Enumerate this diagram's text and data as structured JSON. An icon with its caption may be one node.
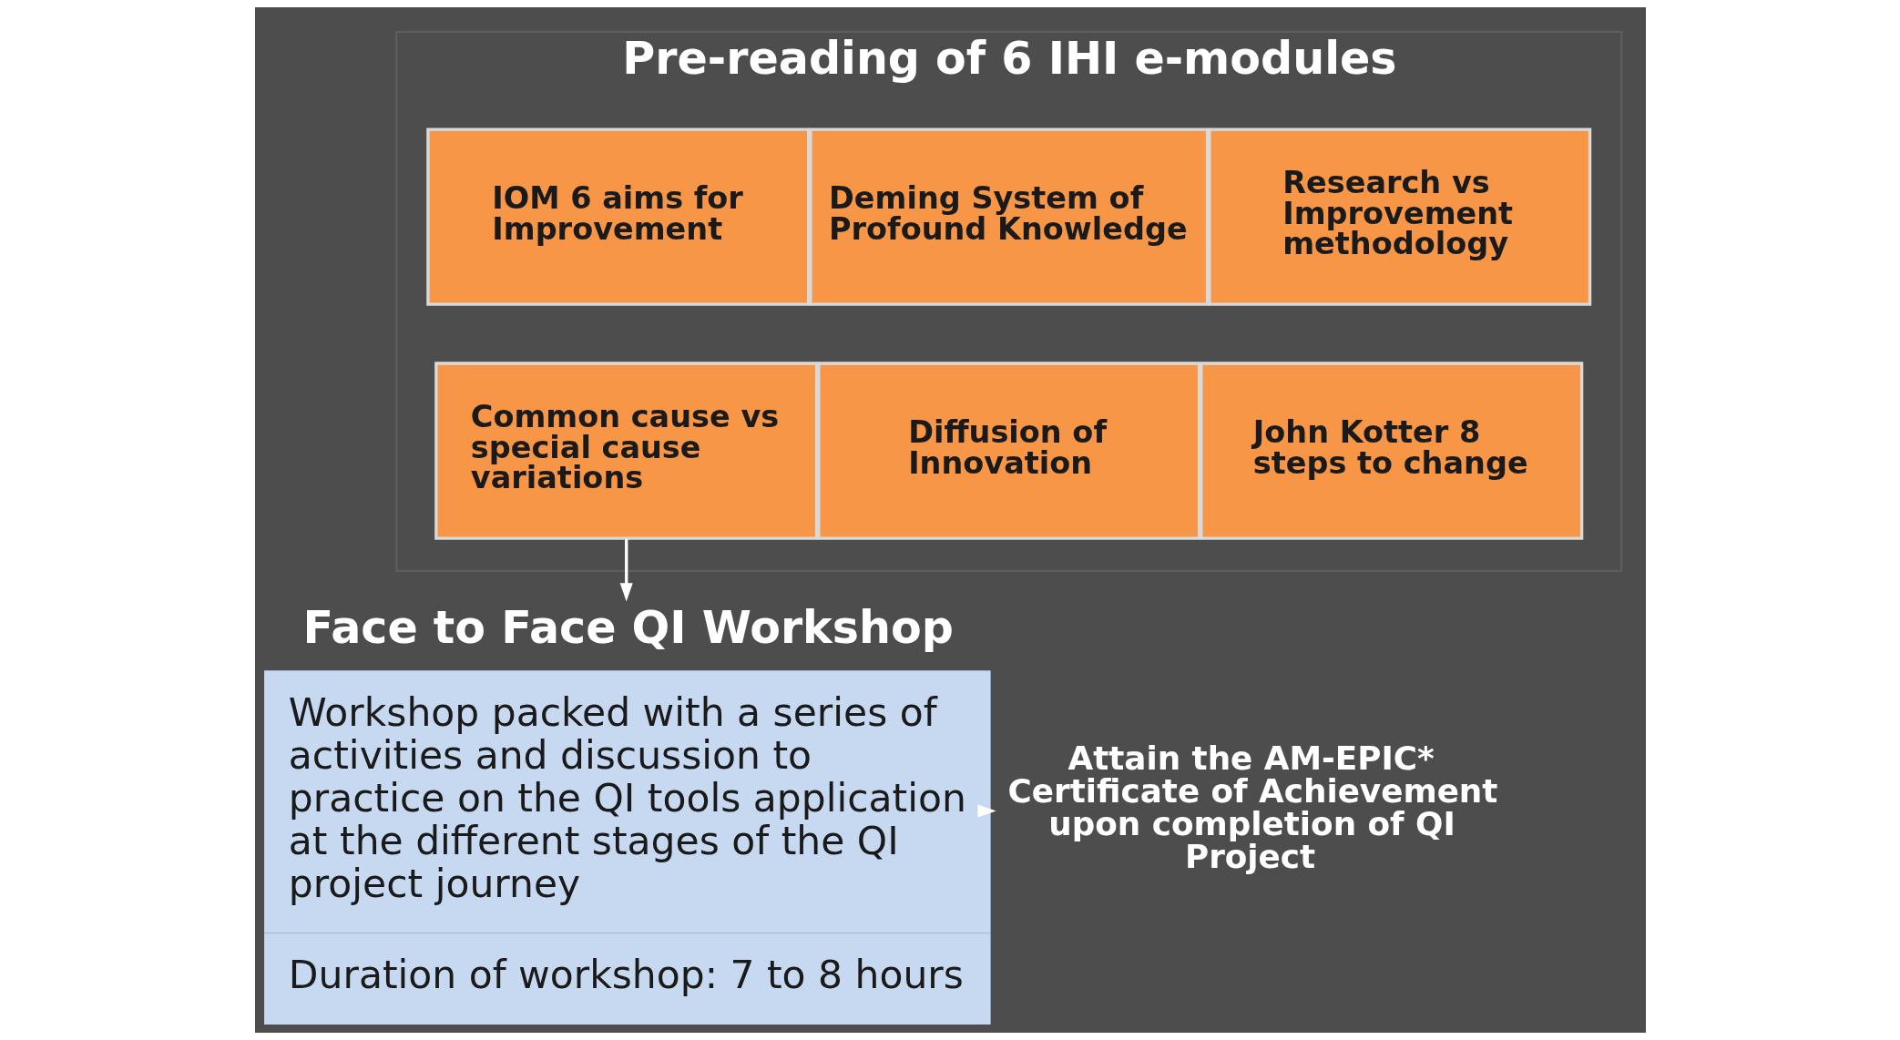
{
  "diagram": {
    "nodes": [
      {
        "text": [
          "Pre-reading of 6 IHI e-modules"
        ]
      },
      {
        "text": [
          "IOM 6 aims for Improvement"
        ],
        "in": 0
      },
      {
        "text": [
          "Deming System of Profound Knowledge"
        ],
        "in": 0
      },
      {
        "text": [
          "Research vs Improvement methodology"
        ],
        "in": 0
      },
      {
        "text": [
          "Common cause vs special cause variations"
        ],
        "in": 0
      },
      {
        "text": [
          "Diffusion of Innovation"
        ],
        "in": 0
      },
      {
        "text": [
          "John Kotter 8 steps to change"
        ],
        "in": 0
      },
      {
        "text": [
          "Face to Face QI Workshop",
          "Workshop packed with a series of activities and discussion to practice on the QI tools application at the different stages of the QI project journey",
          "Duration of workshop: 7 to 8 hours"
        ]
      },
      {
        "text": [
          "Attain the AM-EPIC* Certificate of Achievement upon completion of QI Project"
        ]
      }
    ],
    "edges": [
      {
        "from": 4,
        "to": 7,
        "arrow": "to"
      },
      {
        "from": 7,
        "to": 8,
        "arrow": "to"
      }
    ]
  }
}
